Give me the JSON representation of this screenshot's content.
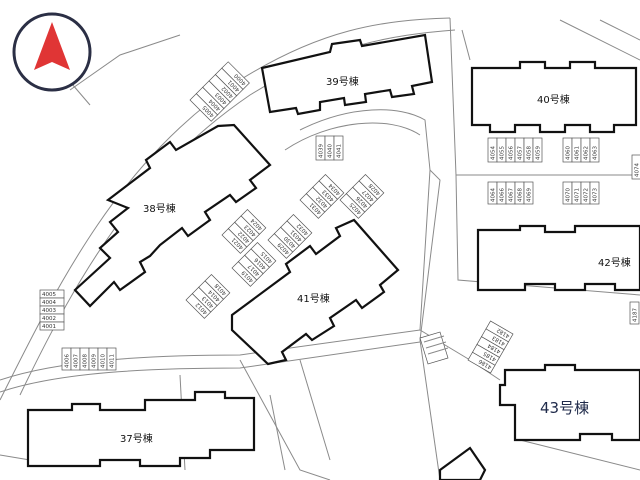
{
  "buildings": {
    "b37": "37号棟",
    "b38": "38号棟",
    "b39": "39号棟",
    "b40": "40号棟",
    "b41": "41号棟",
    "b42": "42号棟",
    "b43": "43号棟"
  },
  "parking": {
    "top_diag": [
      "4005",
      "4004",
      "4003",
      "4002",
      "4001",
      "4000"
    ],
    "west_stack": [
      "4005",
      "4004",
      "4003",
      "4002",
      "4001"
    ],
    "bottom_row": [
      "4006",
      "4007",
      "4008",
      "4009",
      "4010",
      "4011"
    ],
    "center_a": [
      "4021",
      "4022",
      "4023",
      "4024"
    ],
    "center_b": [
      "4031",
      "4032",
      "4033",
      "4034"
    ],
    "center_c": [
      "4019",
      "4017",
      "4016",
      "4015"
    ],
    "center_d": [
      "4012",
      "4013",
      "4014",
      "4018"
    ],
    "center_e": [
      "4029",
      "4030",
      "4031",
      "4032"
    ],
    "center_f": [
      "4025",
      "4026",
      "4027",
      "4028"
    ],
    "b39_south": [
      "4039",
      "4040",
      "4041"
    ],
    "b40_row1": [
      "4054",
      "4055",
      "4056",
      "4057",
      "4058",
      "4059"
    ],
    "b40_row1b": [
      "4060",
      "4061",
      "4062",
      "4063"
    ],
    "b40_row2": [
      "4064",
      "4066",
      "4067",
      "4068",
      "4069"
    ],
    "b40_row2b": [
      "4070",
      "4071",
      "4072",
      "4073"
    ],
    "east_edge": [
      "4074"
    ],
    "east_edge2": [
      "4187"
    ],
    "south_pair": [
      "4186",
      "4185",
      "4184",
      "4183",
      "4182"
    ]
  },
  "compass": {
    "icon": "north-arrow-icon",
    "color": "#e03535",
    "ring": "#2b2f45"
  }
}
